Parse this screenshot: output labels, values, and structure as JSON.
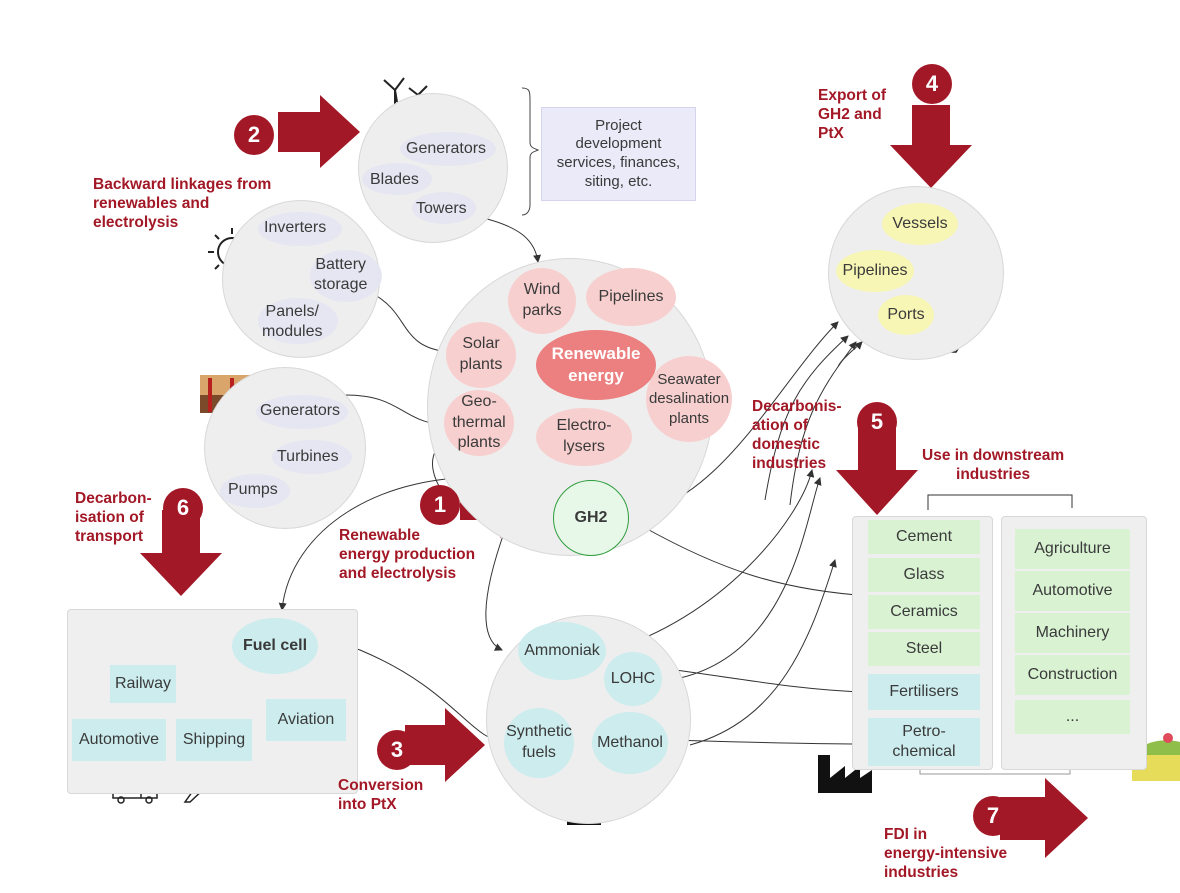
{
  "colors": {
    "accent": "#a31826",
    "pink": "#f8cfcf",
    "renewable": "#ec7f7f",
    "gh2": "#e8f8e8",
    "cyan": "#ccecee",
    "green": "#d8f2d2",
    "yellow": "#f8f6b5",
    "lavender": "#e8e8f8"
  },
  "badges": [
    "1",
    "2",
    "3",
    "4",
    "5",
    "6",
    "7"
  ],
  "stages": {
    "s1": "Renewable\nenergy production\nand electrolysis",
    "s2": "Backward linkages from\nrenewables and\nelectrolysis",
    "s3": "Conversion\ninto PtX",
    "s4": "Export of\nGH2 and\nPtX",
    "s5": "Decarbonis-\nation of\ndomestic\nindustries",
    "s6": "Decarbon-\nisation of\ntransport",
    "s7": "FDI in\nenergy-intensive\nindustries"
  },
  "wind": {
    "generators": "Generators",
    "blades": "Blades",
    "towers": "Towers"
  },
  "services": "Project\ndevelopment\nservices, finances,\nsiting, etc.",
  "solar": {
    "inverters": "Inverters",
    "battery": "Battery\nstorage",
    "panels": "Panels/\nmodules"
  },
  "geo": {
    "generators": "Generators",
    "turbines": "Turbines",
    "pumps": "Pumps"
  },
  "center": {
    "wind_parks": "Wind\nparks",
    "pipelines": "Pipelines",
    "solar_plants": "Solar\nplants",
    "renewable": "Renewable\nenergy",
    "seawater": "Seawater\ndesalination\nplants",
    "geothermal": "Geo-\nthermal\nplants",
    "electrolysers": "Electro-\nlysers",
    "gh2": "GH2"
  },
  "export": {
    "vessels": "Vessels",
    "pipelines": "Pipelines",
    "ports": "Ports"
  },
  "ptx": {
    "ammoniak": "Ammoniak",
    "lohc": "LOHC",
    "synthetic": "Synthetic\nfuels",
    "methanol": "Methanol"
  },
  "transport": {
    "fuel_cell": "Fuel cell",
    "railway": "Railway",
    "automotive": "Automotive",
    "shipping": "Shipping",
    "aviation": "Aviation"
  },
  "downstream_title": "Use in downstream\nindustries",
  "domestic": [
    "Cement",
    "Glass",
    "Ceramics",
    "Steel",
    "Fertilisers",
    "Petro-\nchemical"
  ],
  "downstream": [
    "Agriculture",
    "Automotive",
    "Machinery",
    "Construction",
    "..."
  ]
}
